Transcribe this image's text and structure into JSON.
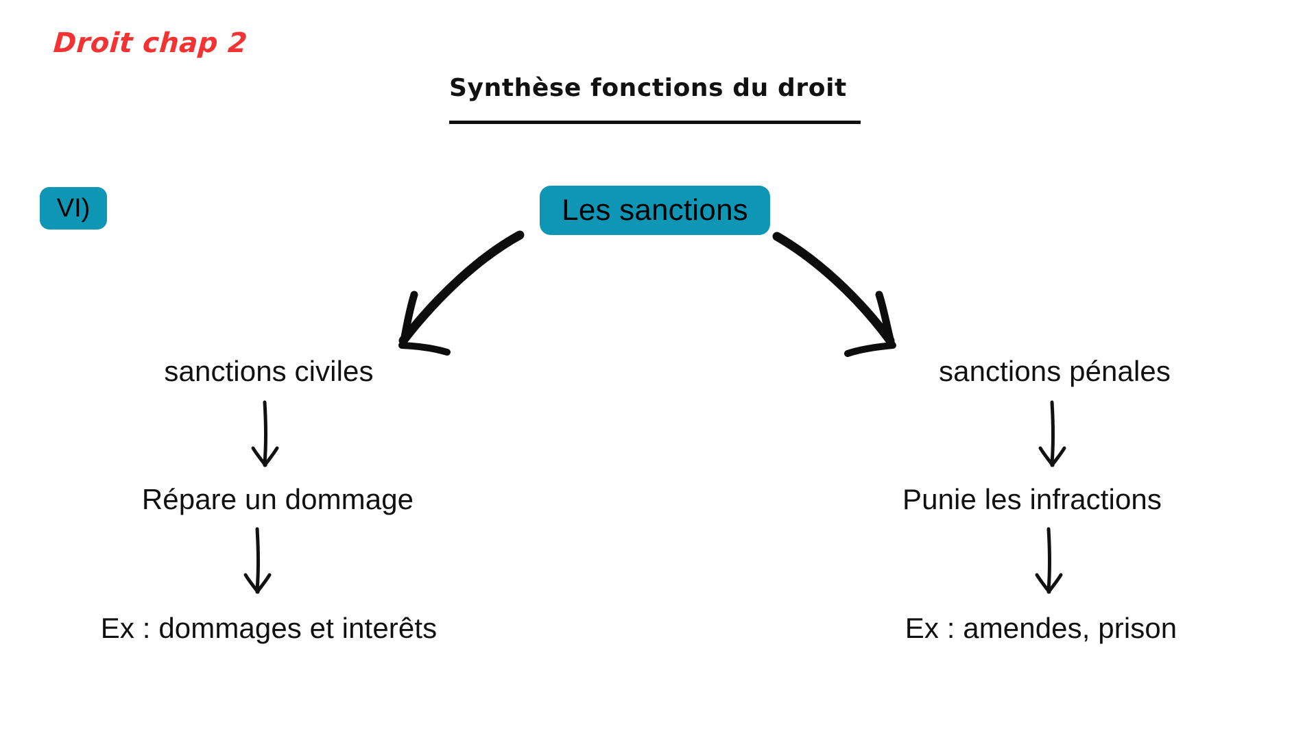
{
  "document": {
    "chapter_tag": "Droit chap 2",
    "title": "Synthèse fonctions du droit",
    "section_badge": "VI)",
    "background_color": "#FFFFFF"
  },
  "colors": {
    "accent_teal": "#0F96B4",
    "chapter_red": "#F23333",
    "ink_black": "#101010"
  },
  "diagram": {
    "type": "tree",
    "root": {
      "label": "Les sanctions",
      "style": "teal-chip"
    },
    "branches": [
      {
        "side": "left",
        "connector": "curved-arrow-down-left",
        "chain": [
          {
            "label": "sanctions civiles"
          },
          {
            "label": "Répare un dommage",
            "connector": "arrow-down"
          },
          {
            "label": "Ex : dommages et interêts",
            "connector": "arrow-down"
          }
        ]
      },
      {
        "side": "right",
        "connector": "curved-arrow-down-right",
        "chain": [
          {
            "label": "sanctions pénales"
          },
          {
            "label": "Punie les infractions",
            "connector": "arrow-down"
          },
          {
            "label": "Ex : amendes, prison",
            "connector": "arrow-down"
          }
        ]
      }
    ]
  },
  "labels": {
    "civil": "sanctions civiles",
    "penal": "sanctions pénales",
    "repare": "Répare un dommage",
    "punie": "Punie les infractions",
    "ex_civil": "Ex : dommages et interêts",
    "ex_penal": "Ex : amendes, prison"
  },
  "icons": {
    "big_arrow_left": "curved-arrow-down-left-icon",
    "big_arrow_right": "curved-arrow-down-right-icon",
    "thin_arrow": "arrow-down-icon"
  }
}
